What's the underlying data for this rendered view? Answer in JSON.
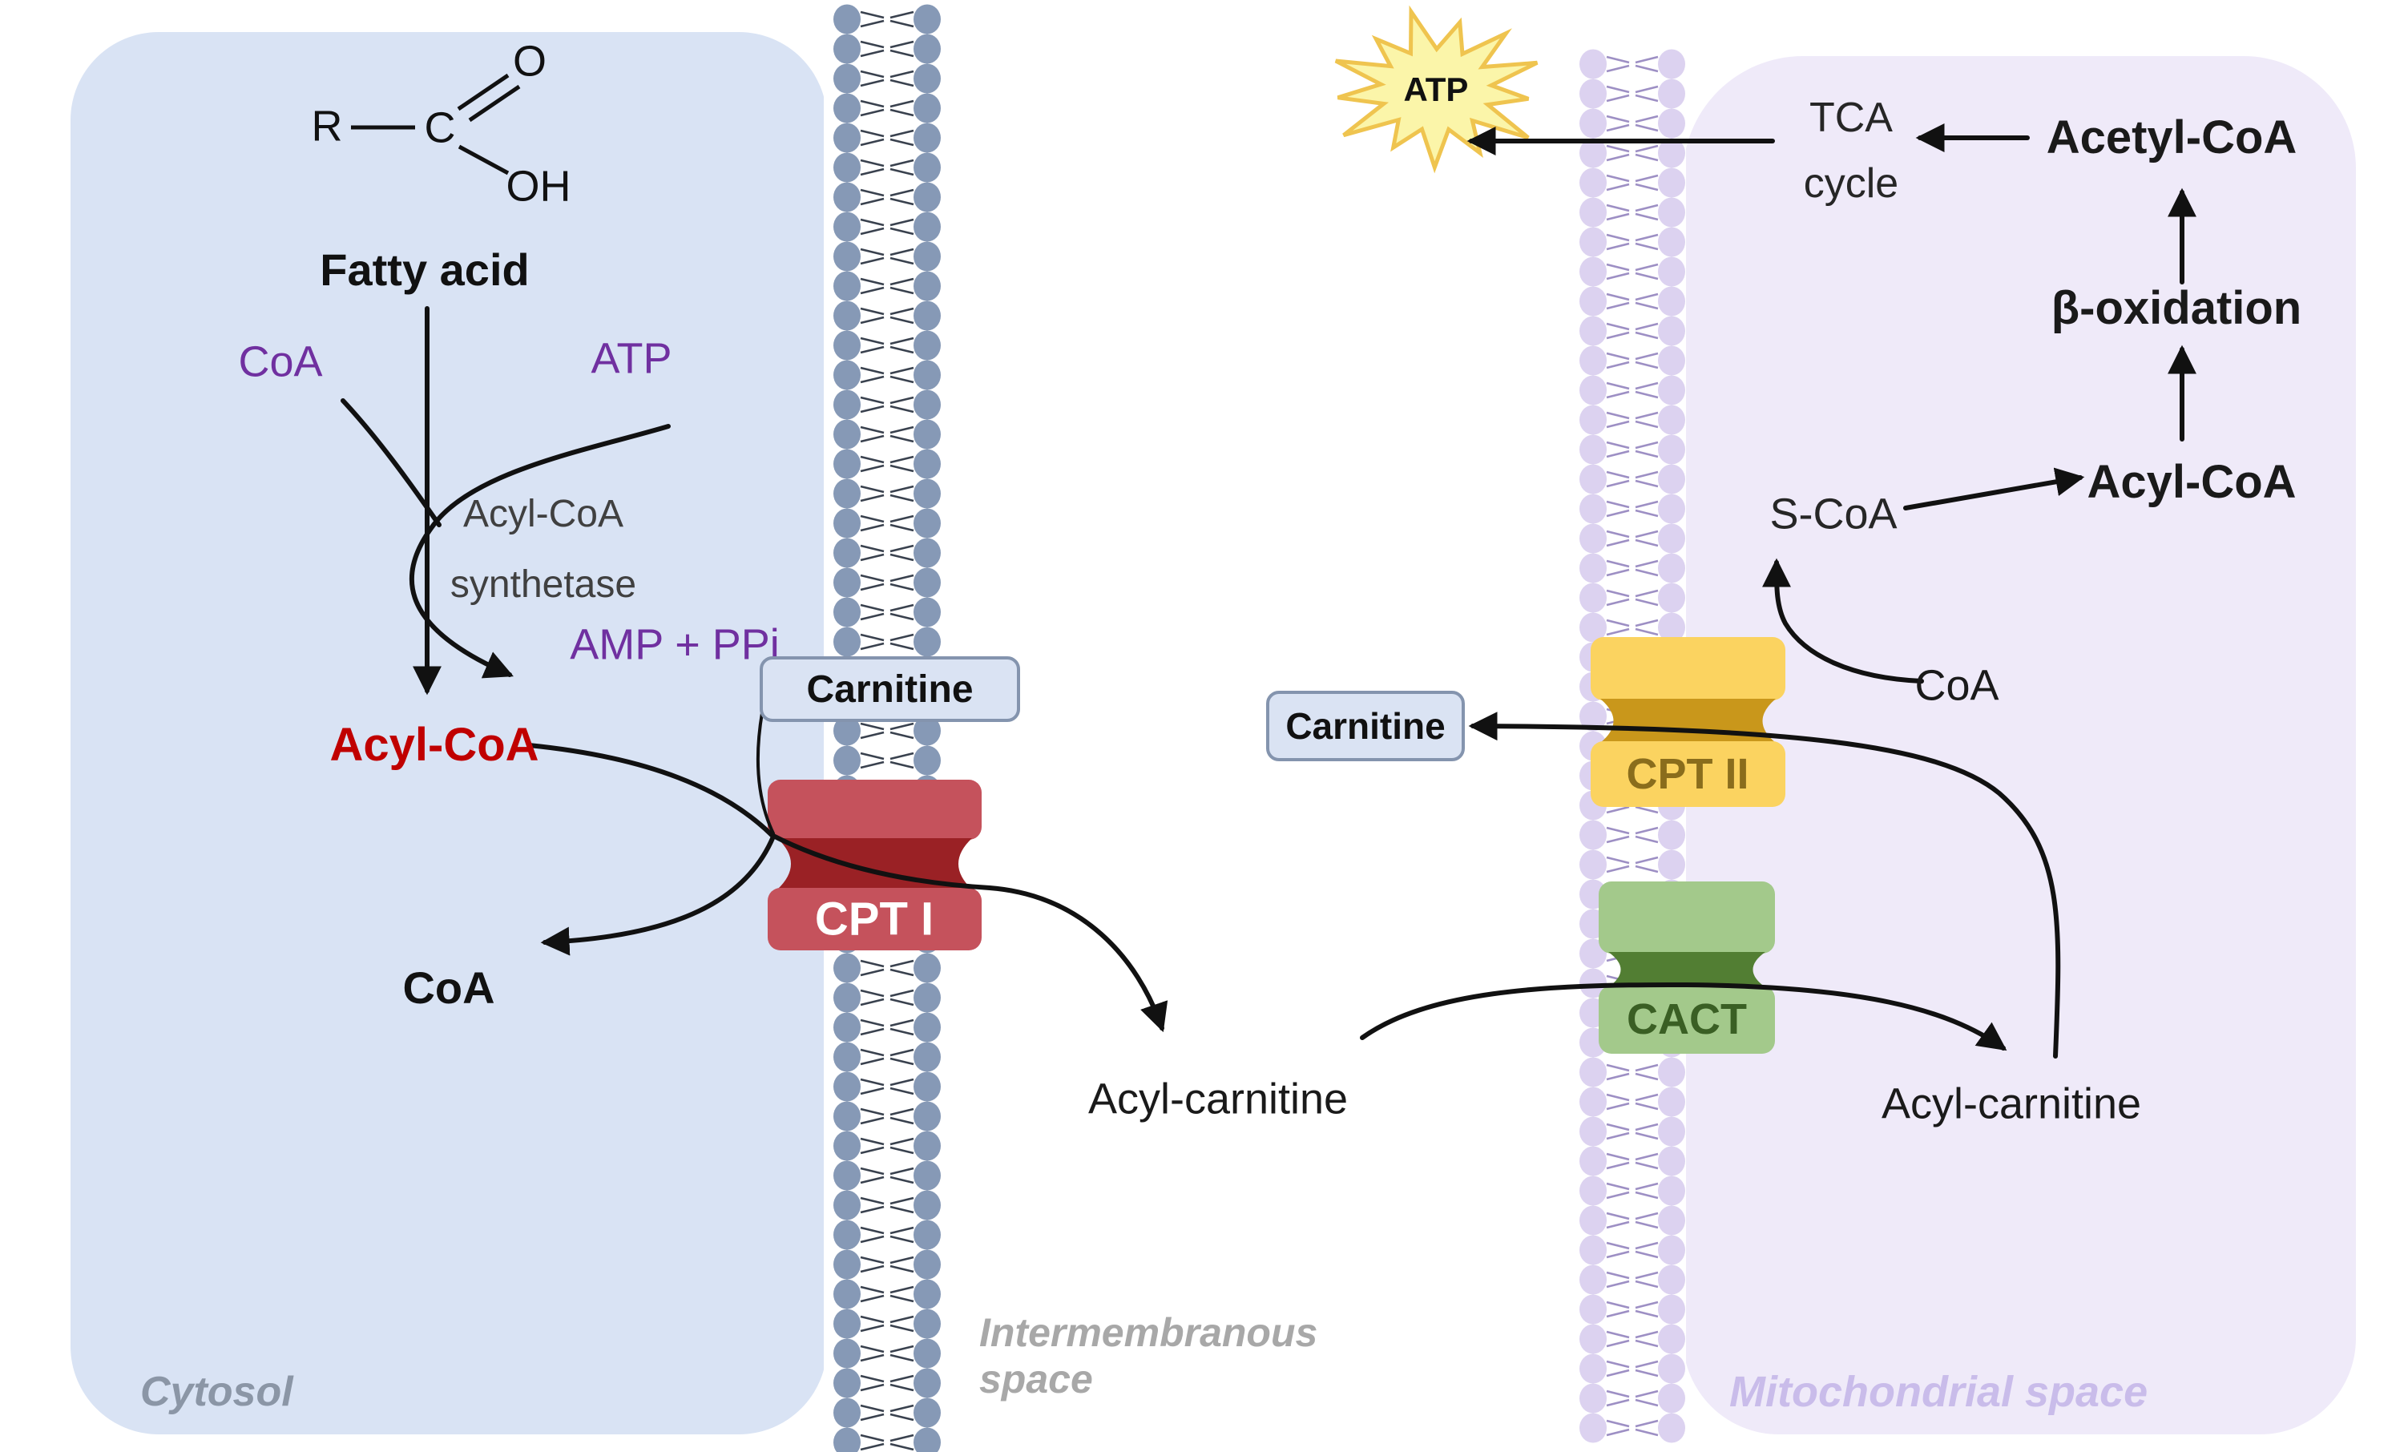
{
  "title": "Carnitine shuttle / fatty acid transport into mitochondria diagram",
  "regions": {
    "cytosol": "Cytosol",
    "intermembranous_line1": "Intermembranous",
    "intermembranous_line2": "space",
    "mitochondrial": "Mitochondrial space"
  },
  "fatty_acid_structure": {
    "r": "R",
    "c": "C",
    "o": "O",
    "oh": "OH",
    "label": "Fatty acid"
  },
  "cytosol_side": {
    "coa_in": "CoA",
    "atp": "ATP",
    "enzyme_line1": "Acyl-CoA",
    "enzyme_line2": "synthetase",
    "amp_ppi": "AMP + PPi",
    "acyl_coa": "Acyl-CoA",
    "coa_out": "CoA",
    "carnitine_box": "Carnitine",
    "cpt1": "CPT I",
    "acyl_carnitine": "Acyl-carnitine"
  },
  "matrix_side": {
    "atp_burst": "ATP",
    "tca_line1": "TCA",
    "tca_line2": "cycle",
    "acetyl_coa": "Acetyl-CoA",
    "beta_oxidation": "β-oxidation",
    "acyl_coa": "Acyl-CoA",
    "s_coa": "S-CoA",
    "coa": "CoA",
    "carnitine_box": "Carnitine",
    "cpt2": "CPT II",
    "cact": "CACT",
    "acyl_carnitine": "Acyl-carnitine"
  },
  "colors": {
    "panel_blue": "#D9E3F4",
    "panel_purple": "#EFEAF9",
    "membrane_left_bead": "#8699B6",
    "membrane_left_tail": "#39414E",
    "membrane_right_bead": "#DCD2F0",
    "membrane_right_tail": "#9D8FC4",
    "cpt1_block": "#C5525C",
    "cpt1_waist": "#9A2125",
    "cpt1_text": "#FFFFFF",
    "cpt2_block": "#FBD360",
    "cpt2_waist": "#C9971B",
    "cpt2_text": "#8A6D1C",
    "cact_block": "#A3C98B",
    "cact_waist": "#527E33",
    "cact_text": "#3A5F24",
    "box_fill": "#DAE3F3",
    "box_border": "#8494AE",
    "purple_text": "#7030A0",
    "red_text": "#C00000",
    "gray_text": "#404040",
    "dark_text": "#262626",
    "black": "#1A1A1A",
    "star_fill": "#FBF5A9",
    "star_stroke": "#EFC44F",
    "cytosol_text": "#8B96A6",
    "intermembranous_text": "#A8A8A8",
    "mitochondrial_text": "#C9BCEA",
    "white": "#FFFFFF"
  }
}
